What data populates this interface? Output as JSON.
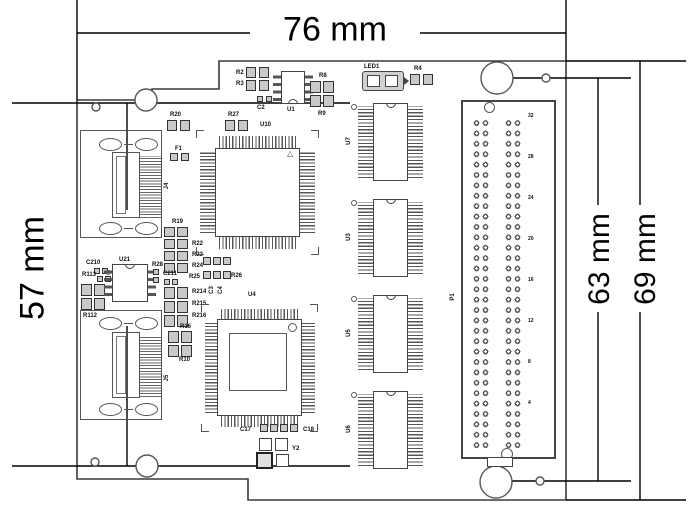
{
  "drawing": {
    "dim_top": "76 mm",
    "dim_left": "57 mm",
    "dim_right_inner": "63 mm",
    "dim_right_outer": "69 mm"
  },
  "connectors": {
    "j4": "J4",
    "j5": "J5",
    "p1": "P1",
    "p1_row_markers": [
      "32",
      "28",
      "24",
      "20",
      "16",
      "12",
      "8",
      "4"
    ]
  },
  "ics": {
    "u1": "U1",
    "u10": "U10",
    "u21": "U21",
    "u4": "U4",
    "u7": "U7",
    "u3": "U3",
    "u5": "U5",
    "u6": "U6"
  },
  "parts": {
    "r2": "R2",
    "r3": "R3",
    "c2": "C2",
    "r8": "R8",
    "r9": "R9",
    "led1": "LED1",
    "r4": "R4",
    "r20": "R20",
    "r27": "R27",
    "f1": "F1",
    "r19": "R19",
    "r22": "R22",
    "r23": "R23",
    "r24": "R24",
    "r25": "R25",
    "r26": "R26",
    "c3": "C3",
    "c4": "C4",
    "c210": "C210",
    "r113": "R113",
    "r28": "R28",
    "r112": "R112",
    "c211": "C211",
    "r214": "R214",
    "r215": "R215",
    "r216": "R216",
    "r16": "R16",
    "r10": "R10",
    "c17": "C17",
    "c18": "C18",
    "y2": "Y2"
  }
}
